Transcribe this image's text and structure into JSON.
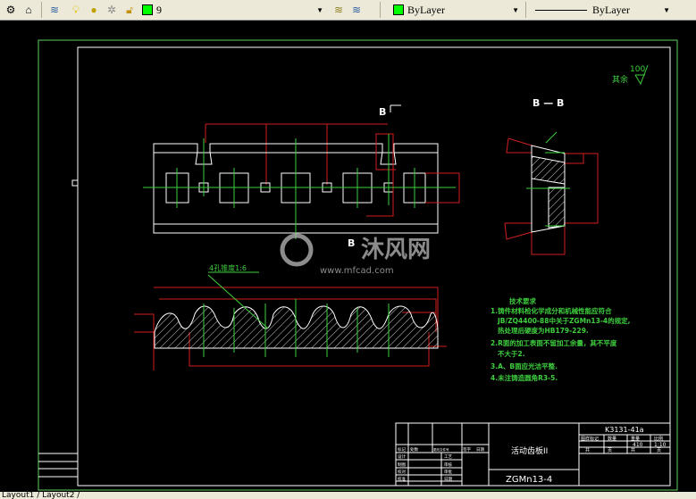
{
  "toolbar": {
    "layer_name": "9",
    "color_value": "ByLayer",
    "linetype_value": "ByLayer",
    "layer_color": "#00ff00"
  },
  "drawing": {
    "section_label": "B — B",
    "section_mark_top": "B",
    "section_mark_bottom": "B",
    "roughness_value": "100",
    "roughness_rest": "其余",
    "hole_note": "4孔锥度1:6",
    "tech_title": "技术要求",
    "tech_lines": [
      "1.铸件材料检化学成分和机械性能应符合",
      "JB/ZQ4400-88中关于ZGMn13-4的规定,",
      "热处理后硬度为HB179-229.",
      "2.R面的加工表面不留加工余量，其不平度",
      "不大于2.",
      "3.A、B面应光洁平整.",
      "4.未注铸造圆角R3-5."
    ],
    "watermark": "沐风网",
    "watermark_url": "www.mfcad.com"
  },
  "title_block": {
    "part_name": "活动齿板II",
    "material": "ZGMn13-4",
    "drawing_no": "K3131-41a",
    "headers": [
      "图样标记",
      "数量",
      "重量",
      "比例"
    ],
    "weight": "410",
    "scale": "1:10",
    "sheet": [
      "共",
      "页",
      "共",
      "页"
    ],
    "rev_headers": [
      "标记",
      "处数",
      "更改文件号",
      "签字",
      "日期"
    ],
    "roles_left": [
      "设计",
      "制图",
      "校对",
      "校准"
    ],
    "roles_right": [
      "工艺",
      "审核",
      "审批",
      "日期"
    ]
  },
  "layout_tabs": [
    "Layout1",
    "Layout2"
  ]
}
